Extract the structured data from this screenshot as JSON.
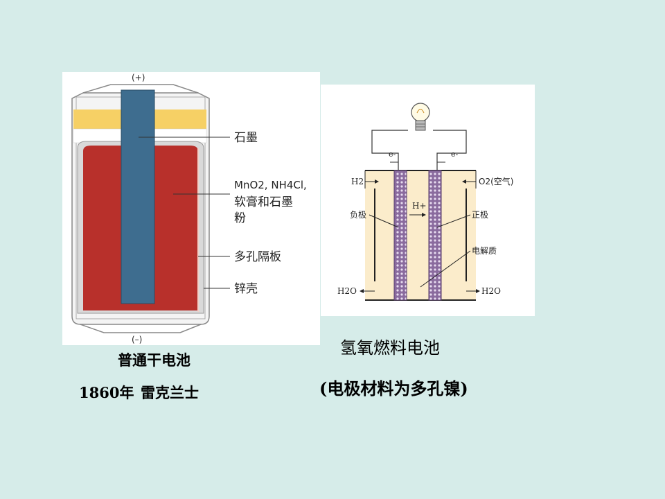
{
  "dry_cell": {
    "positive_terminal": "(+)",
    "negative_terminal": "(–)",
    "label_graphite": "石墨",
    "label_paste_formula": "MnO2, NH4Cl,",
    "label_paste_line2": "软膏和石墨",
    "label_paste_line3": "粉",
    "label_separator": "多孔隔板",
    "label_zinc_shell": "锌壳",
    "caption_title": "普通干电池",
    "caption_year": "1860年",
    "caption_inventor": "雷克兰士"
  },
  "fuel_cell": {
    "electron_left": "e-",
    "electron_right": "e-",
    "hydrogen_in": "H2",
    "oxygen_in": "O2(空气)",
    "proton": "H+",
    "negative_electrode": "负极",
    "positive_electrode": "正极",
    "electrolyte": "电解质",
    "water_out_left": "H2O",
    "water_out_right": "H2O",
    "caption_title": "氢氧燃料电池",
    "caption_subtitle": "(电极材料为多孔镍)"
  },
  "colors": {
    "background": "#d6ece9",
    "graphite_rod": "#3e6d8f",
    "paste": "#b8302b",
    "seal": "#f6d065",
    "fuel_cell_body": "#fbeccb",
    "porous_electrode": "#8a6b9e"
  }
}
